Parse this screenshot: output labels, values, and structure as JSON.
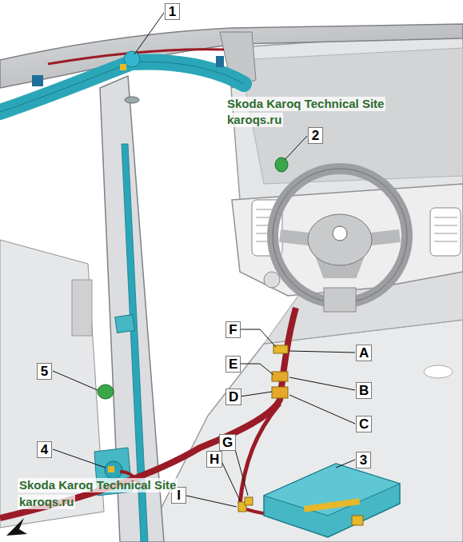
{
  "diagram": {
    "labels": [
      "1",
      "Skoda Karoq Technical Site",
      "karoqs.ru",
      "2",
      "F",
      "A",
      "E",
      "B",
      "D",
      "C",
      "5",
      "4",
      "G",
      "H",
      "I",
      "3",
      "Skoda Karoq Technical Site",
      "karoqs.ru"
    ]
  }
}
